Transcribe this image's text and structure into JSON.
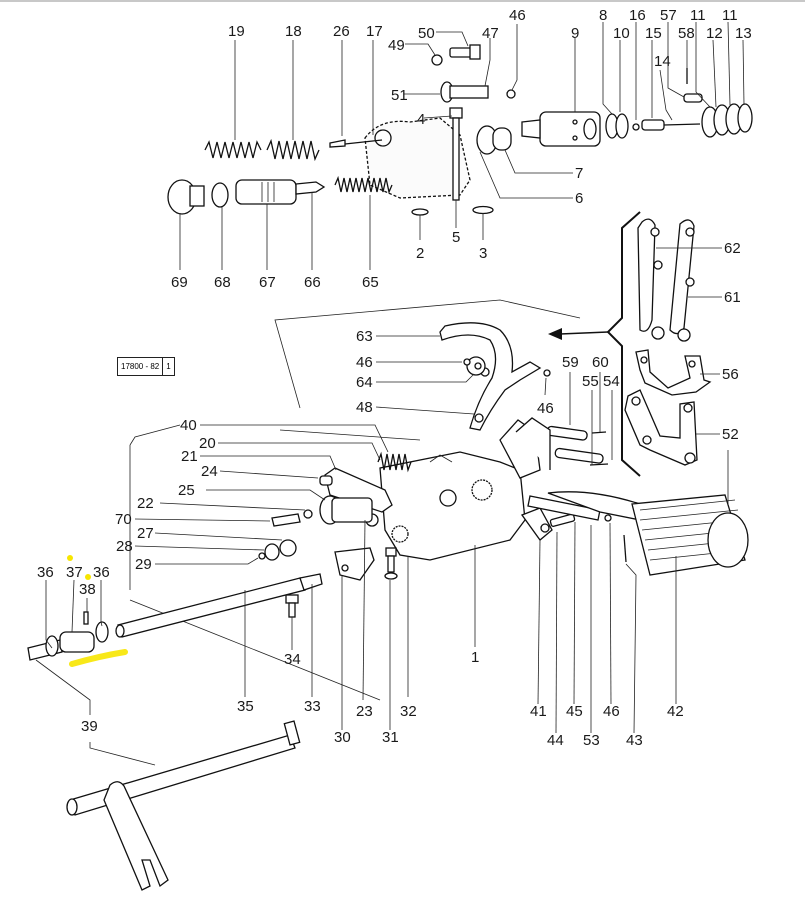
{
  "document": {
    "type": "exploded parts diagram",
    "subject": "hydraulic control valve and lever assembly",
    "reference_box": {
      "code": "17800 - 82",
      "sheet": "1"
    },
    "highlight_color": "#f7e600",
    "line_color": "#111111",
    "background": "#ffffff"
  },
  "callouts": [
    {
      "id": "c19",
      "label": "19"
    },
    {
      "id": "c18",
      "label": "18"
    },
    {
      "id": "c26",
      "label": "26"
    },
    {
      "id": "c17",
      "label": "17"
    },
    {
      "id": "c50",
      "label": "50"
    },
    {
      "id": "c49",
      "label": "49"
    },
    {
      "id": "c47",
      "label": "47"
    },
    {
      "id": "c46a",
      "label": "46"
    },
    {
      "id": "c51",
      "label": "51"
    },
    {
      "id": "c4",
      "label": "4"
    },
    {
      "id": "c9",
      "label": "9"
    },
    {
      "id": "c8",
      "label": "8"
    },
    {
      "id": "c10",
      "label": "10"
    },
    {
      "id": "c16",
      "label": "16"
    },
    {
      "id": "c15",
      "label": "15"
    },
    {
      "id": "c14",
      "label": "14"
    },
    {
      "id": "c57",
      "label": "57"
    },
    {
      "id": "c58",
      "label": "58"
    },
    {
      "id": "c11a",
      "label": "11"
    },
    {
      "id": "c11b",
      "label": "11"
    },
    {
      "id": "c12",
      "label": "12"
    },
    {
      "id": "c13",
      "label": "13"
    },
    {
      "id": "c7",
      "label": "7"
    },
    {
      "id": "c6",
      "label": "6"
    },
    {
      "id": "c69",
      "label": "69"
    },
    {
      "id": "c68",
      "label": "68"
    },
    {
      "id": "c67",
      "label": "67"
    },
    {
      "id": "c66",
      "label": "66"
    },
    {
      "id": "c65",
      "label": "65"
    },
    {
      "id": "c2",
      "label": "2"
    },
    {
      "id": "c5",
      "label": "5"
    },
    {
      "id": "c3",
      "label": "3"
    },
    {
      "id": "c62",
      "label": "62"
    },
    {
      "id": "c61",
      "label": "61"
    },
    {
      "id": "c63",
      "label": "63"
    },
    {
      "id": "c46b",
      "label": "46"
    },
    {
      "id": "c64",
      "label": "64"
    },
    {
      "id": "c48",
      "label": "48"
    },
    {
      "id": "c46c",
      "label": "46"
    },
    {
      "id": "c59",
      "label": "59"
    },
    {
      "id": "c60",
      "label": "60"
    },
    {
      "id": "c55",
      "label": "55"
    },
    {
      "id": "c54",
      "label": "54"
    },
    {
      "id": "c56",
      "label": "56"
    },
    {
      "id": "c52",
      "label": "52"
    },
    {
      "id": "c40",
      "label": "40"
    },
    {
      "id": "c20",
      "label": "20"
    },
    {
      "id": "c21",
      "label": "21"
    },
    {
      "id": "c24",
      "label": "24"
    },
    {
      "id": "c25",
      "label": "25"
    },
    {
      "id": "c22",
      "label": "22"
    },
    {
      "id": "c70",
      "label": "70"
    },
    {
      "id": "c27",
      "label": "27"
    },
    {
      "id": "c28",
      "label": "28"
    },
    {
      "id": "c29",
      "label": "29"
    },
    {
      "id": "c36a",
      "label": "36"
    },
    {
      "id": "c37",
      "label": "37"
    },
    {
      "id": "c38",
      "label": "38"
    },
    {
      "id": "c36b",
      "label": "36"
    },
    {
      "id": "c34",
      "label": "34"
    },
    {
      "id": "c35",
      "label": "35"
    },
    {
      "id": "c33",
      "label": "33"
    },
    {
      "id": "c30",
      "label": "30"
    },
    {
      "id": "c23",
      "label": "23"
    },
    {
      "id": "c31",
      "label": "31"
    },
    {
      "id": "c32",
      "label": "32"
    },
    {
      "id": "c1",
      "label": "1"
    },
    {
      "id": "c41",
      "label": "41"
    },
    {
      "id": "c44",
      "label": "44"
    },
    {
      "id": "c45",
      "label": "45"
    },
    {
      "id": "c53",
      "label": "53"
    },
    {
      "id": "c46d",
      "label": "46"
    },
    {
      "id": "c43",
      "label": "43"
    },
    {
      "id": "c42",
      "label": "42"
    },
    {
      "id": "c39",
      "label": "39"
    }
  ],
  "annotations": {
    "highlighted_parts": [
      "37",
      "38"
    ],
    "highlight_note": "yellow marker dots beside labels 37 and 38 and a yellow underline beneath the shaft collar assembly"
  }
}
